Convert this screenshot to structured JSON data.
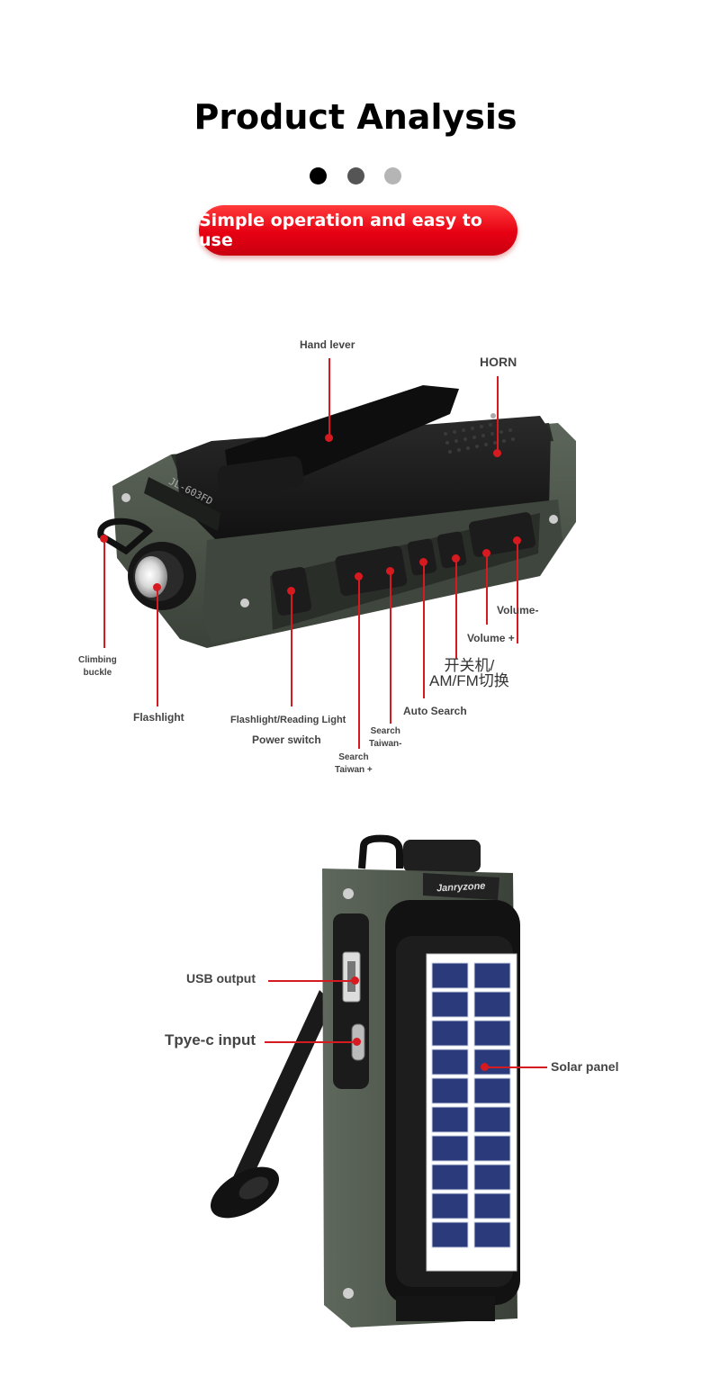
{
  "header": {
    "title": "Product Analysis",
    "subtitle_pill": "Simple operation and easy to use",
    "dots": [
      "#000000",
      "#555555",
      "#b5b5b5"
    ]
  },
  "radio_top_view": {
    "model_text": "JL-603FD",
    "labels": {
      "hand_lever": "Hand lever",
      "horn": "HORN",
      "volume_minus": "Volume-",
      "volume_plus": "Volume +",
      "power_am_fm": "开关机/\nAM/FM切换",
      "auto_search": "Auto Search",
      "search_minus": "Search\nTaiwan-",
      "search_plus": "Search\nTaiwan +",
      "flashlight_reading": "Flashlight/Reading Light",
      "power_switch": "Power switch",
      "flashlight": "Flashlight",
      "climbing_buckle": "Climbing\nbuckle"
    }
  },
  "radio_side_view": {
    "brand": "Janryzone",
    "labels": {
      "usb_output": "USB output",
      "typec_input": "Tpye-c input",
      "solar_panel": "Solar panel"
    }
  },
  "colors": {
    "accent_red": "#d71920",
    "body_green": "#4a5248"
  }
}
